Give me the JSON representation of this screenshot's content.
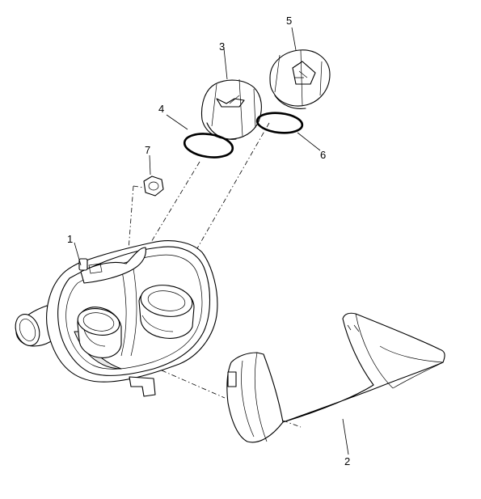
{
  "parts": [
    {
      "number": "1",
      "name": "housing"
    },
    {
      "number": "2",
      "name": "trim-cover"
    },
    {
      "number": "3",
      "name": "oil-filler-cap"
    },
    {
      "number": "4",
      "name": "seal-ring-oil-cap"
    },
    {
      "number": "5",
      "name": "coolant-cap"
    },
    {
      "number": "6",
      "name": "seal-ring-coolant-cap"
    },
    {
      "number": "7",
      "name": "nut"
    }
  ]
}
